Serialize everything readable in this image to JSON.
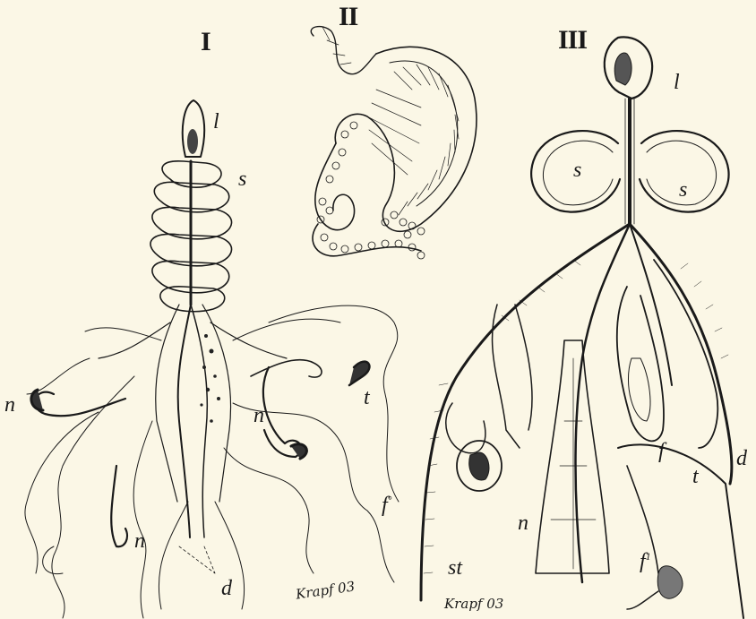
{
  "figures": {
    "I": {
      "numeral": "I",
      "labels": {
        "l": "l",
        "s": "s",
        "n1": "n",
        "n2": "n",
        "n3": "n",
        "t": "t",
        "f": "f",
        "f_sup": "°",
        "d": "d"
      },
      "signature": "Krapf 03"
    },
    "II": {
      "numeral": "II"
    },
    "III": {
      "numeral": "III",
      "labels": {
        "l": "l",
        "s1": "s",
        "s2": "s",
        "f": "f",
        "f1": "f",
        "f1_sup": "1",
        "t": "t",
        "d": "d",
        "n": "n",
        "st": "st"
      },
      "signature": "Krapf 03"
    }
  },
  "colors": {
    "paper": "#fbf7e6",
    "ink": "#1a1a1a"
  }
}
